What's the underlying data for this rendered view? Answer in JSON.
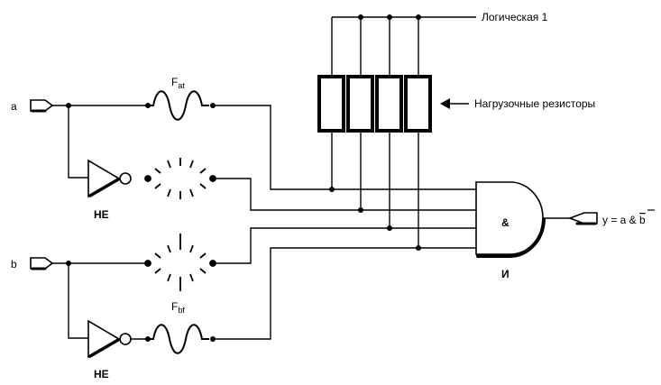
{
  "labels": {
    "logic_one": "Логическая 1",
    "resistors": "Нагрузочные резисторы",
    "input_a": "a",
    "input_b": "b",
    "fuse_a_main": "F",
    "fuse_a_sub": "at",
    "fuse_b_main": "F",
    "fuse_b_sub": "bf",
    "not_gate_top": "НЕ",
    "not_gate_bottom": "НЕ",
    "and_symbol": "&",
    "and_gate": "И",
    "output_prefix": "y = a & ",
    "output_bar_var": "b"
  }
}
